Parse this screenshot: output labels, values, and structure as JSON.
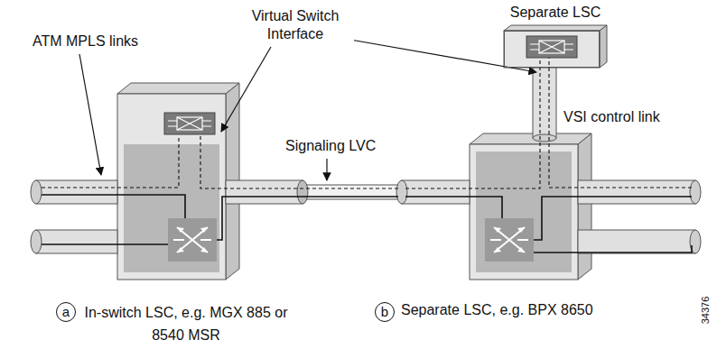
{
  "diagram": {
    "nodes": [
      {
        "text": [
          "Separate LSC"
        ]
      },
      {
        "text": [
          "a"
        ]
      },
      {
        "text": [
          "b"
        ]
      }
    ],
    "labels": [
      "ATM MPLS links",
      "Virtual Switch Interface",
      "Signaling LVC",
      "VSI control link",
      "In-switch LSC, e.g. MGX 885 or 8540 MSR",
      "Separate LSC, e.g. BPX 8650",
      "34376"
    ]
  }
}
